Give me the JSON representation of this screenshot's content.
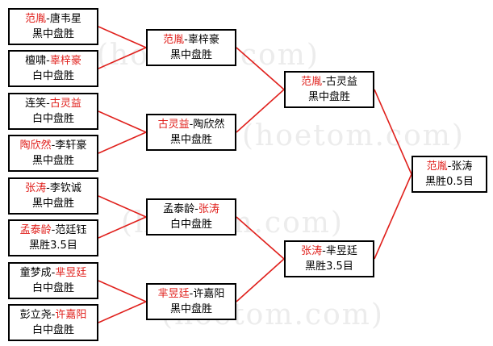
{
  "watermark": "(hoetom.com)",
  "colors": {
    "winner": "#e0201c",
    "connector": "#e0201c",
    "text": "#000000"
  },
  "round1": [
    {
      "id": "r1-1",
      "p1": "范胤",
      "p2": "唐韦星",
      "winner": 1,
      "result": "黑中盘胜"
    },
    {
      "id": "r1-2",
      "p1": "檀啸",
      "p2": "辜梓豪",
      "winner": 2,
      "result": "白中盘胜"
    },
    {
      "id": "r1-3",
      "p1": "连笑",
      "p2": "古灵益",
      "winner": 2,
      "result": "白中盘胜"
    },
    {
      "id": "r1-4",
      "p1": "陶欣然",
      "p2": "李轩豪",
      "winner": 1,
      "result": "黑中盘胜"
    },
    {
      "id": "r1-5",
      "p1": "张涛",
      "p2": "李钦诚",
      "winner": 1,
      "result": "黑中盘胜"
    },
    {
      "id": "r1-6",
      "p1": "孟泰龄",
      "p2": "范廷钰",
      "winner": 1,
      "result": "黑胜3.5目"
    },
    {
      "id": "r1-7",
      "p1": "童梦成",
      "p2": "芈昱廷",
      "winner": 2,
      "result": "白中盘胜"
    },
    {
      "id": "r1-8",
      "p1": "彭立尧",
      "p2": "许嘉阳",
      "winner": 2,
      "result": "白中盘胜"
    }
  ],
  "round2": [
    {
      "id": "r2-1",
      "p1": "范胤",
      "p2": "辜梓豪",
      "winner": 1,
      "result": "黑中盘胜"
    },
    {
      "id": "r2-2",
      "p1": "古灵益",
      "p2": "陶欣然",
      "winner": 1,
      "result": "黑中盘胜"
    },
    {
      "id": "r2-3",
      "p1": "孟泰龄",
      "p2": "张涛",
      "winner": 2,
      "result": "白中盘胜"
    },
    {
      "id": "r2-4",
      "p1": "芈昱廷",
      "p2": "许嘉阳",
      "winner": 1,
      "result": "黑中盘胜"
    }
  ],
  "round3": [
    {
      "id": "r3-1",
      "p1": "范胤",
      "p2": "古灵益",
      "winner": 1,
      "result": "黑中盘胜"
    },
    {
      "id": "r3-2",
      "p1": "张涛",
      "p2": "芈昱廷",
      "winner": 1,
      "result": "黑胜3.5目"
    }
  ],
  "final": [
    {
      "id": "f-1",
      "p1": "范胤",
      "p2": "张涛",
      "winner": 1,
      "result": "黑胜0.5目"
    }
  ]
}
